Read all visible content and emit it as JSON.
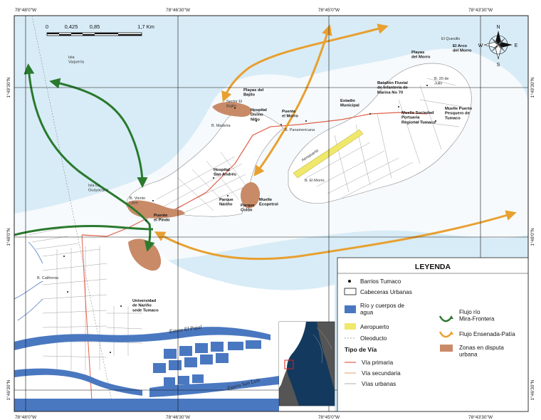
{
  "coords": {
    "top": [
      "78°48'0\"W",
      "78°46'30\"W",
      "78°45'0\"W",
      "78°43'30\"W"
    ],
    "bottom": [
      "78°48'0\"W",
      "78°46'30\"W",
      "78°45'0\"W",
      "78°43'30\"W"
    ],
    "left": [
      "1°49'30\"N",
      "1°48'0\"N",
      "1°46'30\"N"
    ],
    "right": [
      "1°49'30\"N",
      "1°48'0\"N",
      "1°46'30\"N"
    ]
  },
  "scale": {
    "ticks": [
      "0",
      "0,425",
      "0,85",
      "1,7 Km"
    ]
  },
  "compass": {
    "n": "N",
    "s": "S",
    "e": "E",
    "w": "W"
  },
  "labels": {
    "isla_vaquera": "Isla\nVaquería",
    "playas_bajito": "Playas del\nBajito",
    "sector_el_bajito": "Sector El\nBajito",
    "b_madiera": "B. Madeira",
    "hospital_divino": "Hospital\nDivino\nNiño",
    "puente_morro": "Puente\nel Morro",
    "b_panamericana": "B. Panamericana",
    "estadio": "Estadio\nMunicipal",
    "batallon": "Batallón Fluvial\nde Infantería de\nMarina No 70",
    "playas_morro": "Playas\ndel Morro",
    "el_quesillo": "El Quesillo",
    "el_arco": "El Arco\ndel Morro",
    "b_20_julio": "B. 20 de\nJulio",
    "muelle_puerto": "Muelle Puerto\nPesquero de\nTumaco",
    "muelle_sociedad": "Muelle Sociedad\nPortuaria\nRegional Tumaco",
    "aeropuerto_txt": "Aeropuerto",
    "b_el_morro": "B. El Morro",
    "isla_la_guayacana": "Isla La\nGuayacana",
    "hospital_san_andres": "Hospital\nSan Andrés",
    "parque_narino": "Parque\nNariño",
    "parque_colon": "Parque\nColón",
    "muelle_ecopetrol": "Muelle\nEcopetrol",
    "puente_pindo": "Puente\nel Pindo",
    "b_viento_libre": "B. Viento\nLibre",
    "universidad": "Universidad\nde Nariño\nsede Tumaco",
    "estero_pajal": "Estero El Pajal",
    "estero_san_luis": "Estero San Luis",
    "b_california": "B. California"
  },
  "legend": {
    "title": "LEYENDA",
    "barrios": "Barrios Tumaco",
    "cabeceras": "Cabeceras Urbanas",
    "rio": "Río y cuerpos de\nagua",
    "aeropuerto": "Aeropuerto",
    "oleoducto": "Oleoducto",
    "tipo_via": "Tipo de Vía",
    "via_primaria": "Vía primaria",
    "via_secundaria": "Vía secundaria",
    "vias_urbanas": "Vías urbanas",
    "flujo_mira": "Flujo río\nMira-Frontera",
    "flujo_ensenada": "Flujo Ensenada-Patía",
    "zonas_disputa": "Zonas en disputa\nurbana"
  },
  "colors": {
    "sea": "#d8ecf7",
    "water": "#4a78c0",
    "green": "#2a7a2e",
    "orange": "#e8a030",
    "dispute": "#c98a68",
    "airport": "#f0e86a",
    "primary": "#e06048",
    "secondary": "#e0a068",
    "urban": "#9a9a9a"
  }
}
